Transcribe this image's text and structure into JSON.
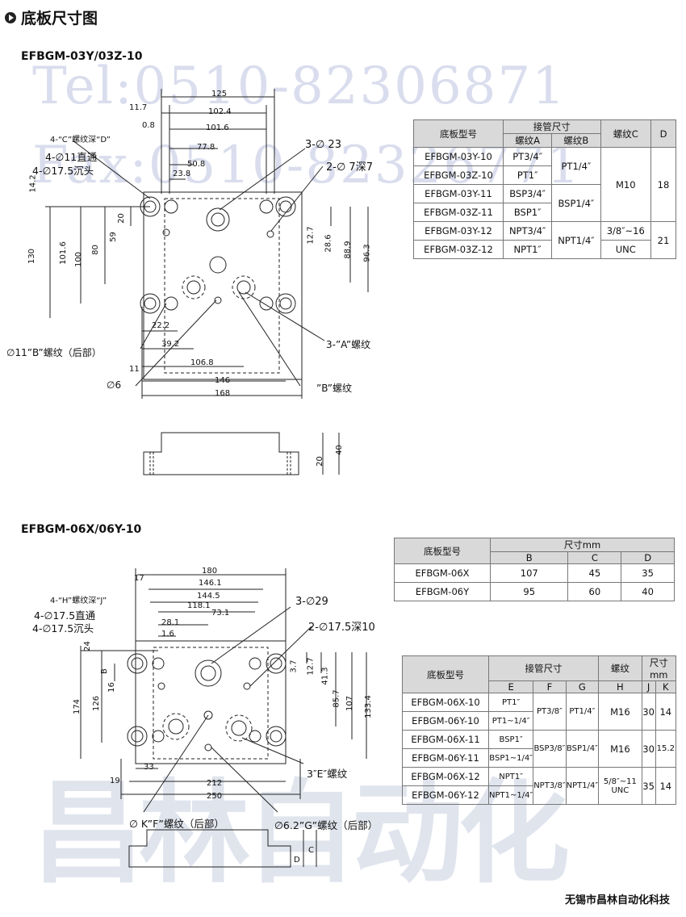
{
  "header": {
    "title": "底板尺寸图"
  },
  "watermark": {
    "tel": "Tel:0510-82306871",
    "fax": "Fax:0510-82326771",
    "logo_text": "昌林自动化"
  },
  "section1": {
    "title": "EFBGM-03Y/03Z-10",
    "labels": {
      "c_thread": "4-“C”螺纹深“D”",
      "through": "4-∅11直通",
      "counterbore": "4-∅17.5沉头",
      "hole23": "3-∅ 23",
      "hole7": "2-∅ 7深7",
      "b_thread": "∅11”B”螺纹（后部）",
      "a_thread": "3-”A”螺纹",
      "phi6": "∅6",
      "b_thread2": "”B”螺纹"
    },
    "dims": [
      "125",
      "11.7",
      "102.4",
      "0.8",
      "101.6",
      "77.8",
      "50.8",
      "23.8",
      "14.2",
      "20",
      "59",
      "101.6",
      "100",
      "80",
      "130",
      "12.7",
      "28.6",
      "88.9",
      "96.3",
      "22.2",
      "39.2",
      "106.8",
      "11",
      "146",
      "168",
      "20",
      "40"
    ],
    "table": {
      "h_model": "底板型号",
      "h_pipe": "接管尺寸",
      "h_a": "螺纹A",
      "h_b": "螺纹B",
      "h_c": "螺纹C",
      "h_d": "D",
      "rows": [
        {
          "model": "EFBGM-03Y-10",
          "a": "PT3/4″"
        },
        {
          "model": "EFBGM-03Z-10",
          "a": "PT1″"
        },
        {
          "model": "EFBGM-03Y-11",
          "a": "BSP3/4″"
        },
        {
          "model": "EFBGM-03Z-11",
          "a": "BSP1″"
        },
        {
          "model": "EFBGM-03Y-12",
          "a": "NPT3/4″"
        },
        {
          "model": "EFBGM-03Z-12",
          "a": "NPT1″"
        }
      ],
      "b_groups": [
        "PT1/4″",
        "BSP1/4″",
        "NPT1/4″"
      ],
      "c_groups": [
        "M10",
        "3/8″~16",
        "UNC"
      ],
      "d_groups": [
        "18",
        "21"
      ]
    }
  },
  "section2": {
    "title": "EFBGM-06X/06Y-10",
    "labels": {
      "h_thread": "4-“H”螺纹深“J”",
      "through": "4-∅17.5直通",
      "counterbore": "4-∅17.5沉头",
      "hole29": "3-∅29",
      "hole175": "2-∅17.5深10",
      "e_thread": "3″E″螺纹",
      "k_thread": "∅ K”F”螺纹（后部）",
      "g_thread": "∅6.2”G”螺纹（后部）"
    },
    "dims": [
      "180",
      "17",
      "146.1",
      "144.5",
      "118.1",
      "73.1",
      "28.1",
      "1.6",
      "24",
      "B",
      "16",
      "126",
      "174",
      "3.7",
      "12.7",
      "41.3",
      "85.7",
      "107",
      "133.4",
      "33",
      "19",
      "212",
      "250",
      "D",
      "C"
    ],
    "table_a": {
      "h_model": "底板型号",
      "h_size": "尺寸mm",
      "cols": [
        "B",
        "C",
        "D"
      ],
      "rows": [
        {
          "model": "EFBGM-06X",
          "vals": [
            "107",
            "45",
            "35"
          ]
        },
        {
          "model": "EFBGM-06Y",
          "vals": [
            "95",
            "60",
            "40"
          ]
        }
      ]
    },
    "table_b": {
      "h_model": "底板型号",
      "h_pipe": "接管尺寸",
      "h_thread": "螺纹",
      "h_size": "尺寸mm",
      "cols": [
        "E",
        "F",
        "G",
        "H",
        "J",
        "K"
      ],
      "rows": [
        {
          "model": "EFBGM-06X-10",
          "e": "PT1″"
        },
        {
          "model": "EFBGM-06Y-10",
          "e": "PT1~1/4″"
        },
        {
          "model": "EFBGM-06X-11",
          "e": "BSP1″"
        },
        {
          "model": "EFBGM-06Y-11",
          "e": "BSP1~1/4″"
        },
        {
          "model": "EFBGM-06X-12",
          "e": "NPT1″"
        },
        {
          "model": "EFBGM-06Y-12",
          "e": "NPT1~1/4″"
        }
      ],
      "groups": [
        {
          "f": "PT3/8″",
          "g": "PT1/4″",
          "h": "M16",
          "j": "30",
          "k": "14"
        },
        {
          "f": "BSP3/8″",
          "g": "BSP1/4″",
          "h": "M16",
          "j": "30",
          "k": "15.2"
        },
        {
          "f": "NPT3/8″",
          "g": "NPT1/4″",
          "h": "5/8″~11 UNC",
          "j": "35",
          "k": "14"
        }
      ]
    }
  },
  "footer": {
    "company": "无锡市昌林自动化科技"
  }
}
